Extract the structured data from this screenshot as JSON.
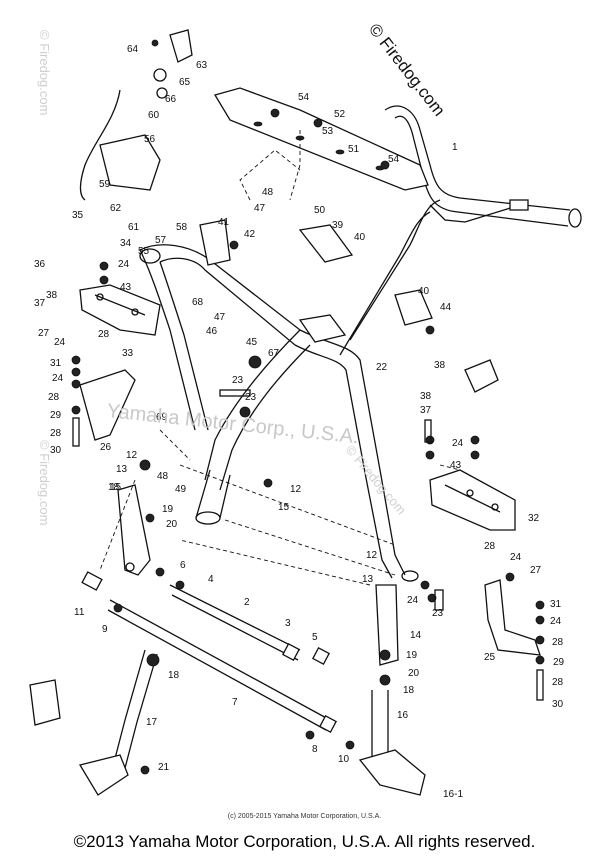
{
  "watermark": {
    "main": "© Firedog.com",
    "side": "© Firedog.com",
    "center": "Yamaha Motor Corp., U.S.A."
  },
  "small_copyright": "(c) 2005-2015 Yamaha Motor Corporation, U.S.A.",
  "copyright": "©2013 Yamaha Motor Corporation, U.S.A. All rights reserved.",
  "callouts": [
    "1",
    "2",
    "3",
    "4",
    "5",
    "6",
    "7",
    "8",
    "9",
    "10",
    "11",
    "12",
    "12",
    "12",
    "13",
    "13",
    "14",
    "15",
    "15",
    "16",
    "16-1",
    "17",
    "18",
    "18",
    "18",
    "19",
    "19",
    "20",
    "20",
    "21",
    "22",
    "23",
    "23",
    "23",
    "24",
    "24",
    "24",
    "24",
    "24",
    "24",
    "24",
    "25",
    "26",
    "27",
    "27",
    "28",
    "28",
    "28",
    "28",
    "28",
    "28",
    "29",
    "29",
    "30",
    "30",
    "31",
    "31",
    "32",
    "33",
    "34",
    "35",
    "36",
    "37",
    "37",
    "38",
    "38",
    "38",
    "39",
    "40",
    "40",
    "41",
    "42",
    "43",
    "43",
    "44",
    "45",
    "46",
    "47",
    "47",
    "48",
    "48",
    "49",
    "50",
    "51",
    "52",
    "53",
    "54",
    "54",
    "55",
    "56",
    "57",
    "58",
    "59",
    "60",
    "61",
    "62",
    "63",
    "64",
    "65",
    "66",
    "67",
    "68",
    "69"
  ]
}
